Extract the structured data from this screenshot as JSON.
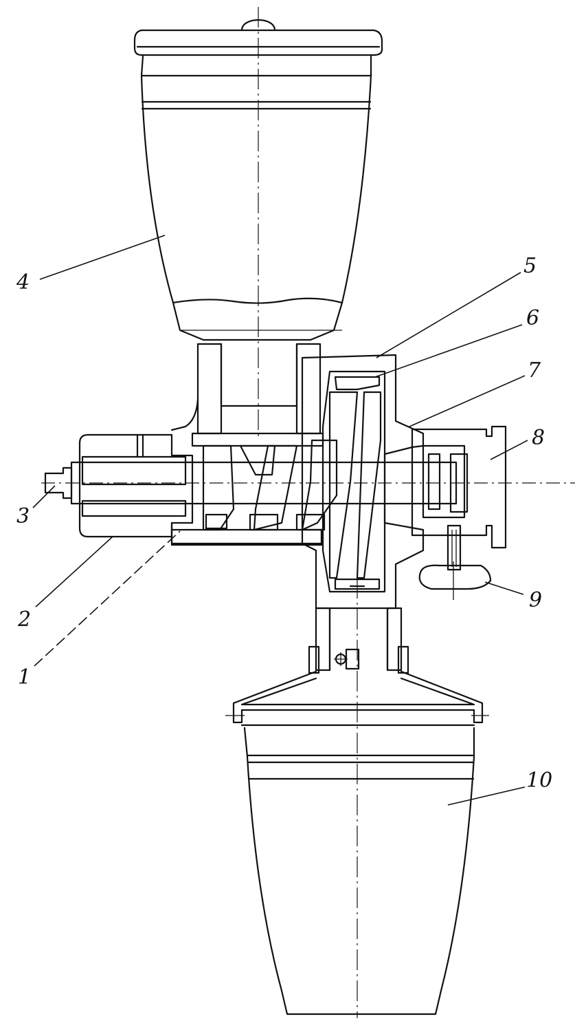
{
  "figure": {
    "callouts": [
      {
        "id": "label-1",
        "text": "1"
      },
      {
        "id": "label-2",
        "text": "2"
      },
      {
        "id": "label-3",
        "text": "3"
      },
      {
        "id": "label-4",
        "text": "4"
      },
      {
        "id": "label-5",
        "text": "5"
      },
      {
        "id": "label-6",
        "text": "6"
      },
      {
        "id": "label-7",
        "text": "7"
      },
      {
        "id": "label-8",
        "text": "8"
      },
      {
        "id": "label-9",
        "text": "9"
      },
      {
        "id": "label-10",
        "text": "10"
      }
    ]
  }
}
